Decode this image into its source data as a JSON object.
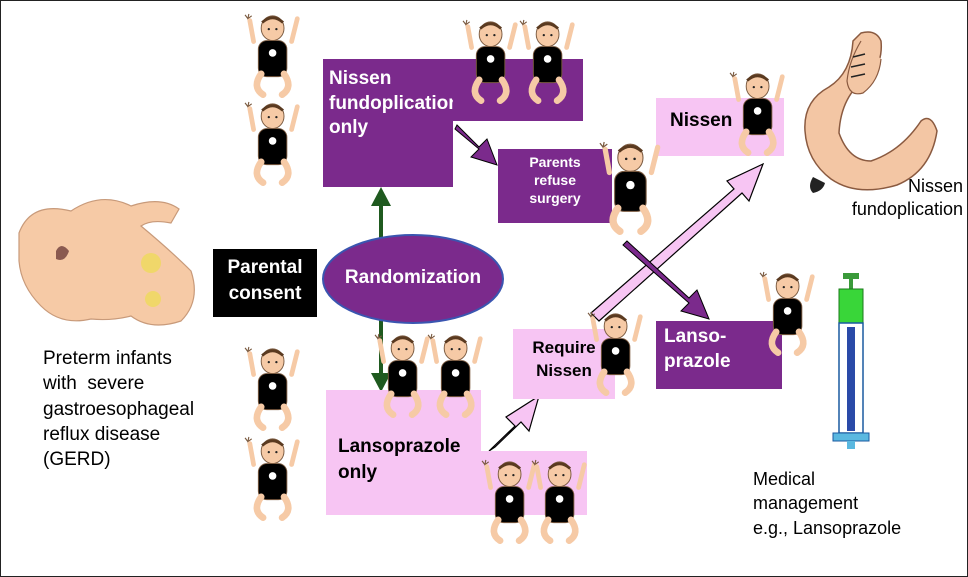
{
  "labels": {
    "nissen_only": [
      "Nissen",
      "fundoplication",
      "only"
    ],
    "parents_refuse": [
      "Parents",
      "refuse",
      "surgery"
    ],
    "nissen": "Nissen",
    "lansoprazole_box": [
      "Lanso-",
      "prazole"
    ],
    "require_nissen": [
      "Require",
      "Nissen"
    ],
    "lansoprazole_only": [
      "Lansoprazole",
      "only"
    ],
    "parental_consent": [
      "Parental",
      "consent"
    ],
    "randomization": "Randomization",
    "preterm_caption": [
      "Preterm infants",
      "with  severe",
      "gastroesophageal",
      "reflux disease",
      "(GERD)"
    ],
    "fundoplication_caption": [
      "Nissen",
      "fundoplication"
    ],
    "medical_caption": [
      "Medical",
      "management",
      "e.g., Lansoprazole"
    ]
  },
  "colors": {
    "purple_box": "#7b2a8c",
    "pink_box": "#f7c5f3",
    "ellipse_fill": "#7b2a8c",
    "ellipse_stroke": "#3a55b0",
    "double_arrow": "#1f5a1f",
    "skin": "#f6caa6",
    "yellow_onesie": "#f7ec6b",
    "red_onesie": "#e8141c",
    "stomach": "#f3c6a4"
  },
  "icons": [
    "preterm-infant-illustration",
    "yellow-baby-icon",
    "red-baby-icon",
    "stomach-fundoplication-icon",
    "syringe-icon"
  ]
}
